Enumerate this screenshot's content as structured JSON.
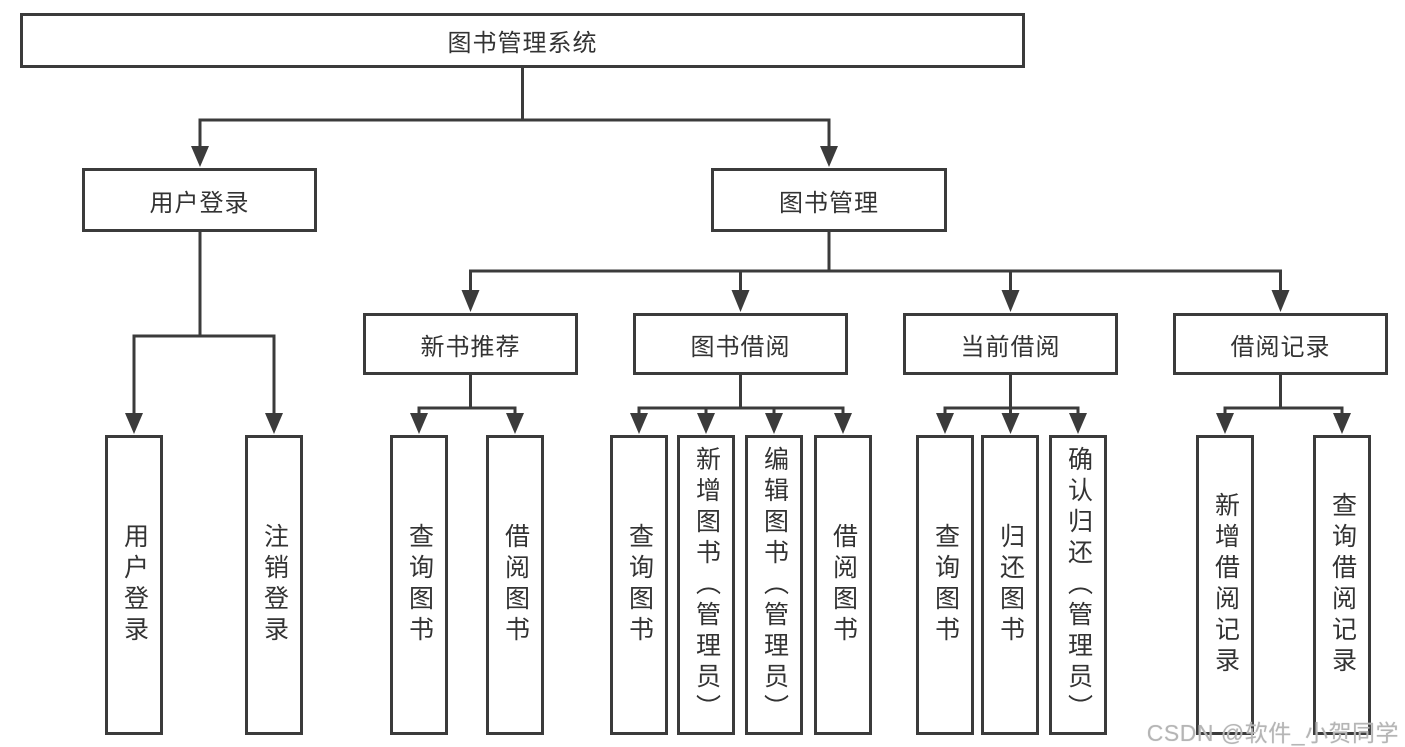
{
  "diagram": {
    "root": {
      "label": "图书管理系统"
    },
    "branches": [
      {
        "label": "用户登录",
        "leaves": [
          {
            "label": "用户登录"
          },
          {
            "label": "注销登录"
          }
        ]
      },
      {
        "label": "图书管理",
        "groups": [
          {
            "label": "新书推荐",
            "leaves": [
              {
                "label": "查询图书"
              },
              {
                "label": "借阅图书"
              }
            ]
          },
          {
            "label": "图书借阅",
            "leaves": [
              {
                "label": "查询图书"
              },
              {
                "label": "新增图书（管理员）"
              },
              {
                "label": "编辑图书（管理员）"
              },
              {
                "label": "借阅图书"
              }
            ]
          },
          {
            "label": "当前借阅",
            "leaves": [
              {
                "label": "查询图书"
              },
              {
                "label": "归还图书"
              },
              {
                "label": "确认归还（管理员）"
              }
            ]
          },
          {
            "label": "借阅记录",
            "leaves": [
              {
                "label": "新增借阅记录"
              },
              {
                "label": "查询借阅记录"
              }
            ]
          }
        ]
      }
    ]
  },
  "watermark": {
    "text": "CSDN @软件_小贺同学"
  },
  "colors": {
    "line": "#3b3b3b",
    "text": "#333333",
    "watermark": "#b5b5b5",
    "background": "#ffffff"
  }
}
